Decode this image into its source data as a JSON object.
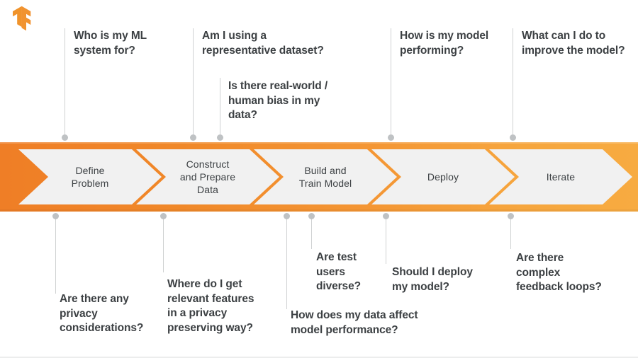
{
  "meta": {
    "title": "Machine Learning Workflow — Responsible AI Questions",
    "brand_logo": "tensorflow-logo",
    "accent_orange_dark": "#ef7e26",
    "accent_orange_light": "#f7ab41",
    "text_color": "#3c4043",
    "connector_color": "#cfd1d2",
    "dot_color": "#bfc2c4",
    "stage_fill": "#f1f1f1"
  },
  "stages": [
    {
      "id": "define-problem",
      "label": "Define\nProblem"
    },
    {
      "id": "construct-prepare-data",
      "label": "Construct\nand Prepare\nData"
    },
    {
      "id": "build-train-model",
      "label": "Build and\nTrain Model"
    },
    {
      "id": "deploy",
      "label": "Deploy"
    },
    {
      "id": "iterate",
      "label": "Iterate"
    }
  ],
  "questions_above": [
    {
      "id": "q-who-ml-system-for",
      "text": "Who is my ML\nsystem for?"
    },
    {
      "id": "q-representative-dataset",
      "text": "Am I using a\nrepresentative dataset?"
    },
    {
      "id": "q-real-world-human-bias",
      "text": "Is there real-world /\nhuman bias in my\ndata?"
    },
    {
      "id": "q-model-performing",
      "text": "How is my model\nperforming?"
    },
    {
      "id": "q-improve-the-model",
      "text": "What can I do to\nimprove the model?"
    }
  ],
  "questions_below": [
    {
      "id": "q-privacy-considerations",
      "text": "Are there any\nprivacy\nconsiderations?"
    },
    {
      "id": "q-relevant-features-privacy",
      "text": "Where do I get\nrelevant features\nin a privacy\npreserving way?"
    },
    {
      "id": "q-test-users-diverse",
      "text": "Are test\nusers\ndiverse?"
    },
    {
      "id": "q-data-affect-performance",
      "text": "How does my data affect\nmodel performance?"
    },
    {
      "id": "q-should-i-deploy",
      "text": "Should I deploy\nmy model?"
    },
    {
      "id": "q-complex-feedback-loops",
      "text": "Are there\ncomplex\nfeedback loops?"
    }
  ]
}
